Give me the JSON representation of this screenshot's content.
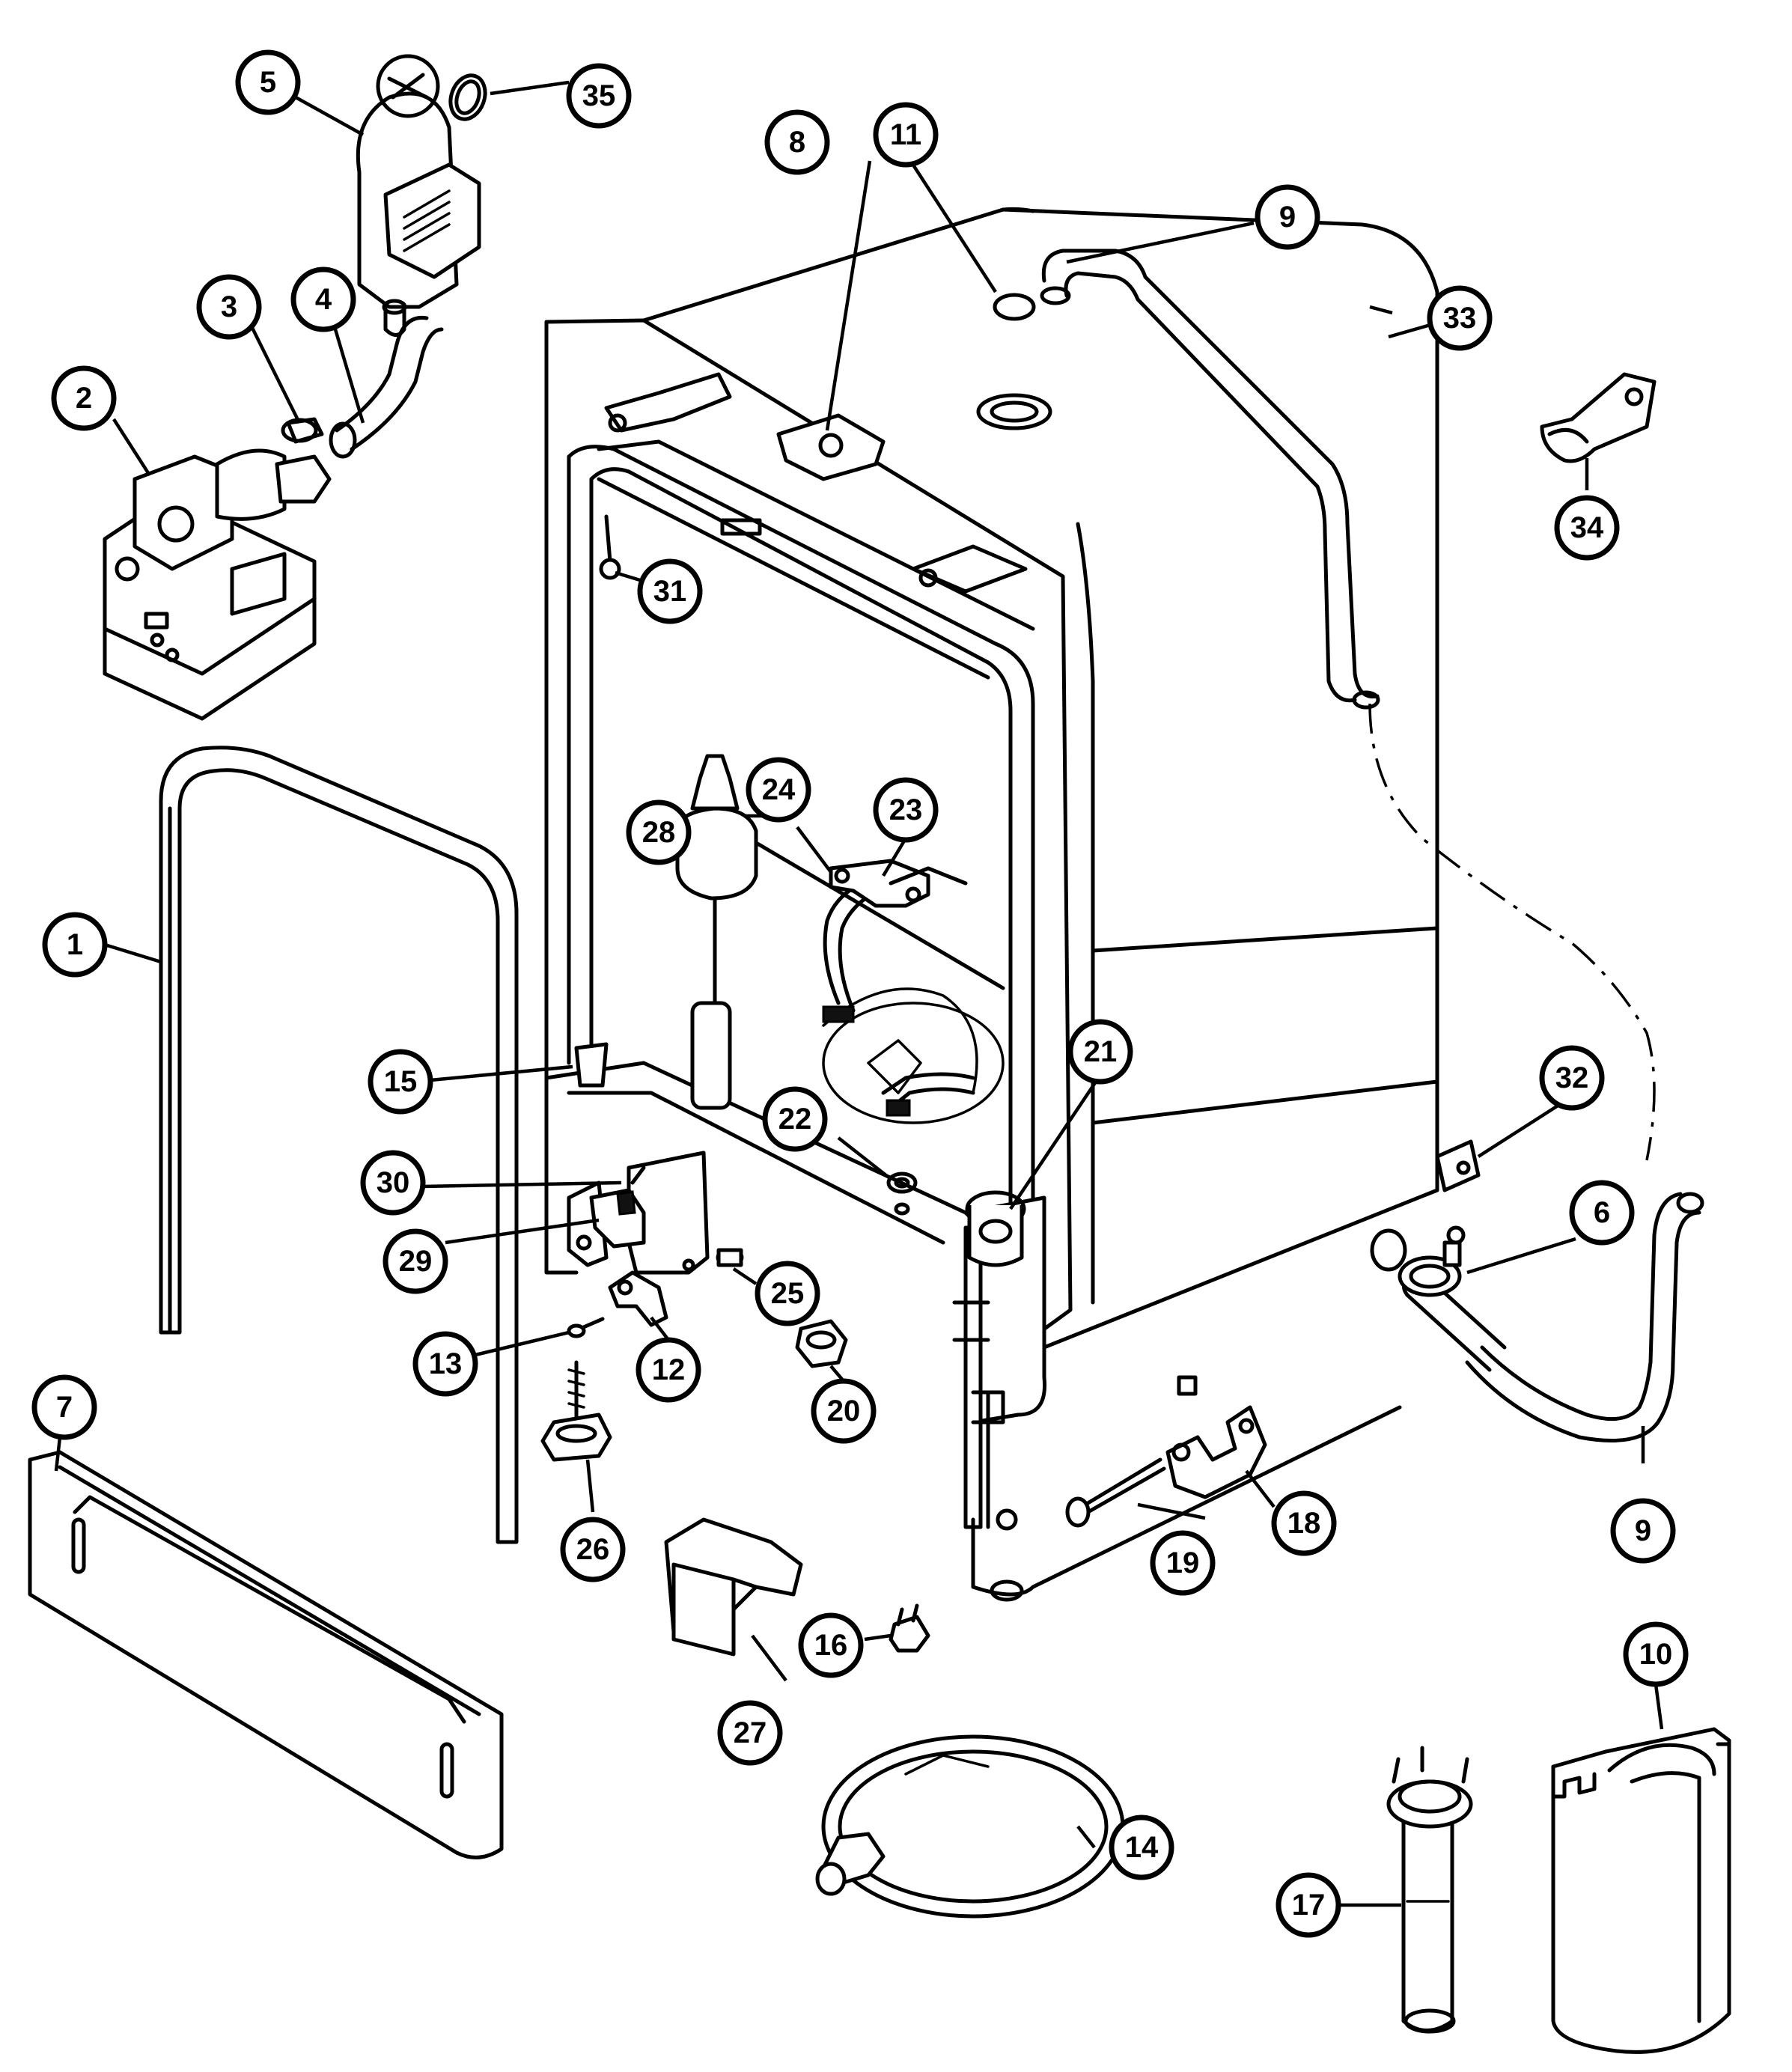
{
  "callouts": [
    {
      "id": "1",
      "label": "1"
    },
    {
      "id": "2",
      "label": "2"
    },
    {
      "id": "3",
      "label": "3"
    },
    {
      "id": "4",
      "label": "4"
    },
    {
      "id": "5",
      "label": "5"
    },
    {
      "id": "6",
      "label": "6"
    },
    {
      "id": "7",
      "label": "7"
    },
    {
      "id": "8",
      "label": "8"
    },
    {
      "id": "9a",
      "label": "9"
    },
    {
      "id": "9b",
      "label": "9"
    },
    {
      "id": "10",
      "label": "10"
    },
    {
      "id": "11",
      "label": "11"
    },
    {
      "id": "12",
      "label": "12"
    },
    {
      "id": "13",
      "label": "13"
    },
    {
      "id": "14",
      "label": "14"
    },
    {
      "id": "15",
      "label": "15"
    },
    {
      "id": "16",
      "label": "16"
    },
    {
      "id": "17",
      "label": "17"
    },
    {
      "id": "18",
      "label": "18"
    },
    {
      "id": "19",
      "label": "19"
    },
    {
      "id": "20",
      "label": "20"
    },
    {
      "id": "21",
      "label": "21"
    },
    {
      "id": "22",
      "label": "22"
    },
    {
      "id": "23",
      "label": "23"
    },
    {
      "id": "24",
      "label": "24"
    },
    {
      "id": "25",
      "label": "25"
    },
    {
      "id": "26",
      "label": "26"
    },
    {
      "id": "27",
      "label": "27"
    },
    {
      "id": "28",
      "label": "28"
    },
    {
      "id": "29",
      "label": "29"
    },
    {
      "id": "30",
      "label": "30"
    },
    {
      "id": "31",
      "label": "31"
    },
    {
      "id": "32",
      "label": "32"
    },
    {
      "id": "33",
      "label": "33"
    },
    {
      "id": "34",
      "label": "34"
    },
    {
      "id": "35",
      "label": "35"
    }
  ]
}
